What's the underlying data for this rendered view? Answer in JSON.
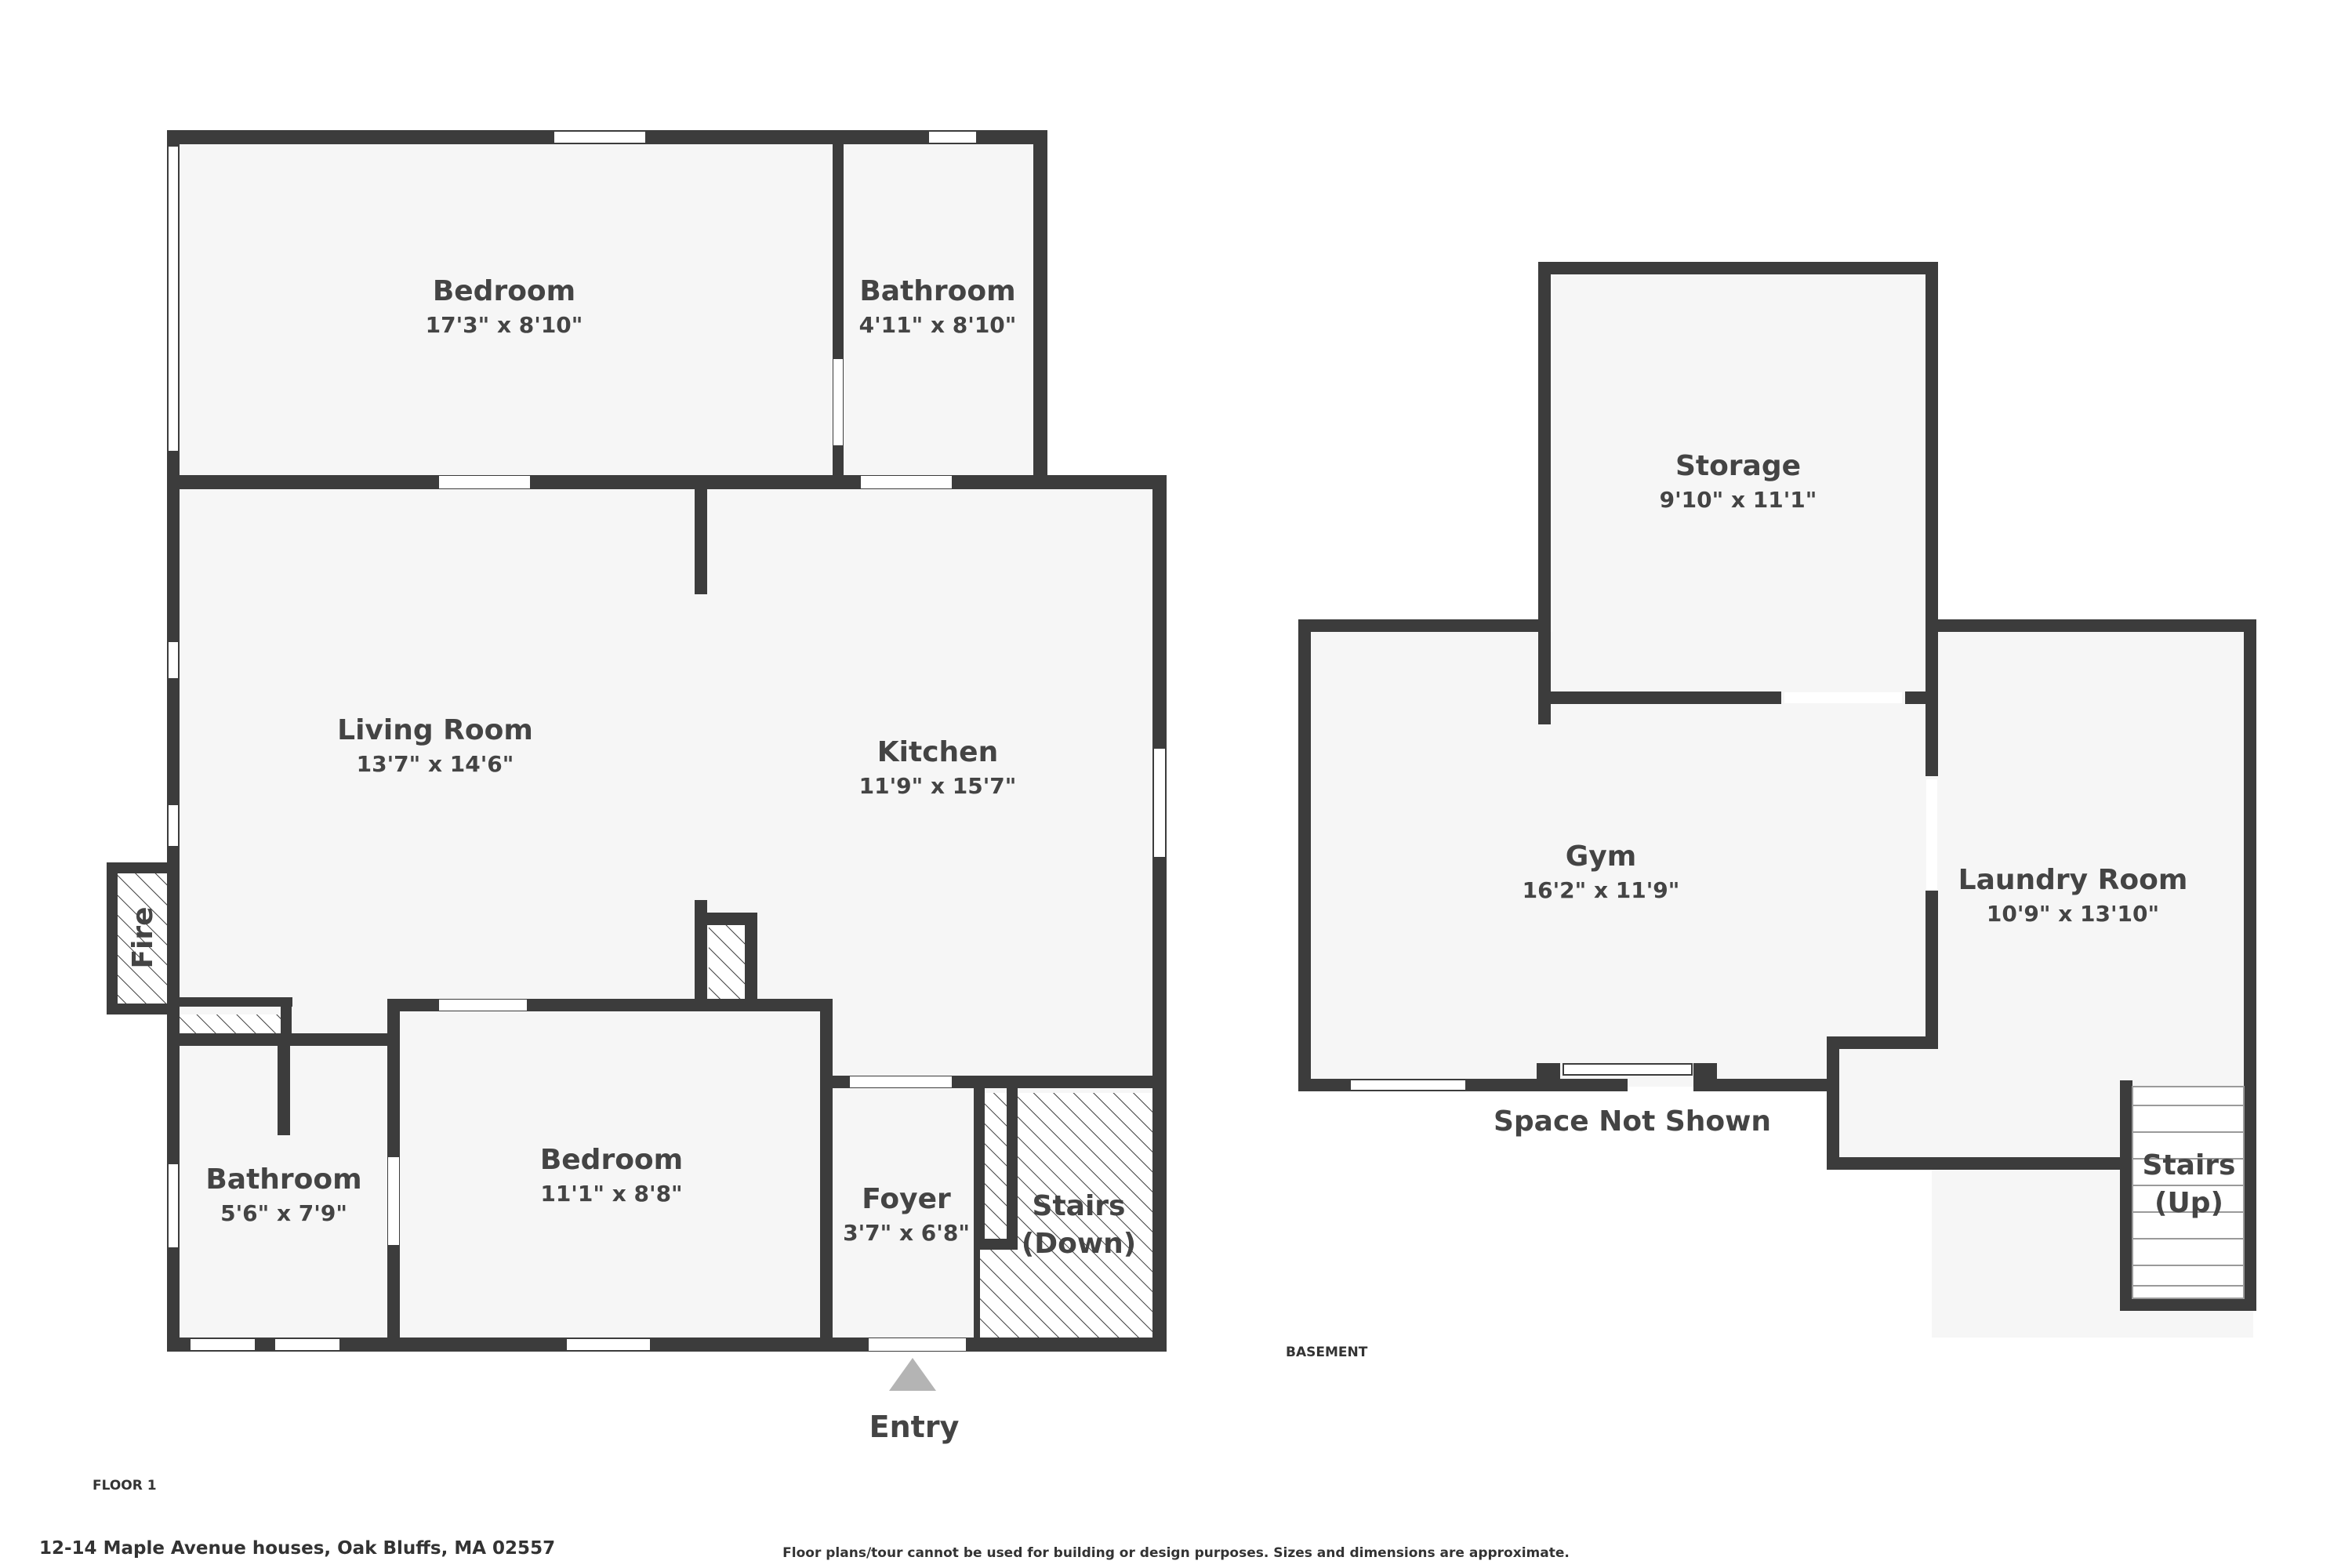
{
  "colors": {
    "wall": "#3c3c3c",
    "floor": "#f6f6f6",
    "window": "#ffffff",
    "text": "#444444",
    "entry_arrow": "#b4b4b4"
  },
  "floor1": {
    "label": "FLOOR 1",
    "entry_label": "Entry",
    "fire_label": "Fire",
    "rooms": {
      "bedroom_top": {
        "name": "Bedroom",
        "dims": "17'3\" x 8'10\""
      },
      "bathroom_top": {
        "name": "Bathroom",
        "dims": "4'11\" x 8'10\""
      },
      "living_room": {
        "name": "Living Room",
        "dims": "13'7\" x 14'6\""
      },
      "kitchen": {
        "name": "Kitchen",
        "dims": "11'9\" x 15'7\""
      },
      "bathroom_bottom": {
        "name": "Bathroom",
        "dims": "5'6\" x 7'9\""
      },
      "bedroom_bottom": {
        "name": "Bedroom",
        "dims": "11'1\" x 8'8\""
      },
      "foyer": {
        "name": "Foyer",
        "dims": "3'7\" x 6'8\""
      },
      "stairs_down": {
        "line1": "Stairs",
        "line2": "(Down)"
      }
    }
  },
  "basement": {
    "label": "BASEMENT",
    "space_not_shown": "Space Not Shown",
    "rooms": {
      "storage": {
        "name": "Storage",
        "dims": "9'10\" x 11'1\""
      },
      "gym": {
        "name": "Gym",
        "dims": "16'2\" x 11'9\""
      },
      "laundry_room": {
        "name": "Laundry Room",
        "dims": "10'9\" x 13'10\""
      },
      "stairs_up": {
        "line1": "Stairs",
        "line2": "(Up)"
      }
    }
  },
  "footer": {
    "address": "12-14 Maple Avenue houses, Oak Bluffs, MA 02557",
    "disclaimer": "Floor plans/tour cannot be used for building or design purposes. Sizes and dimensions are approximate."
  }
}
